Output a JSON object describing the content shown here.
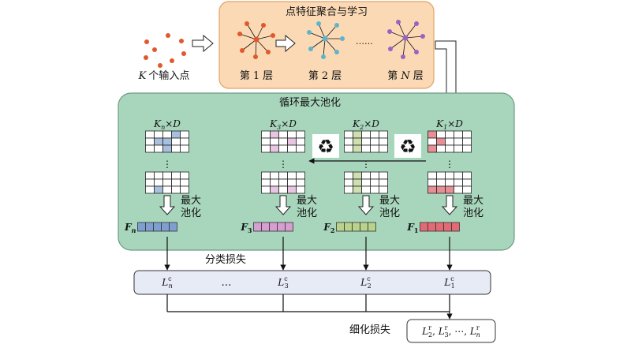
{
  "feature_box": {
    "title": "点特征聚合与学习",
    "layers": [
      {
        "prefix": "第",
        "num": "1",
        "suffix": "层"
      },
      {
        "prefix": "第",
        "num": "2",
        "suffix": "层"
      },
      {
        "prefix": "第",
        "num": "N",
        "suffix": "层"
      }
    ],
    "dots": "……"
  },
  "input_label": {
    "k": "K",
    "text": "个输入点"
  },
  "pool_box": {
    "title": "循环最大池化",
    "columns": [
      {
        "id": "n",
        "sub": "n",
        "feature_sub": "n",
        "color": "#a9bfe0",
        "fill": "#7f9fd1"
      },
      {
        "id": "3",
        "sub": "3",
        "feature_sub": "3",
        "color": "#e8c5e2",
        "fill": "#d79fd1"
      },
      {
        "id": "2",
        "sub": "2",
        "feature_sub": "2",
        "color": "#cfe0b0",
        "fill": "#b9d38c"
      },
      {
        "id": "1",
        "sub": "1",
        "feature_sub": "1",
        "color": "#e88f96",
        "fill": "#e36a75"
      }
    ],
    "k_letter": "K",
    "times_d": "×D",
    "feature_letter": "F",
    "pool_label_line1": "最大",
    "pool_label_line2": "池化",
    "vdots": "⋮"
  },
  "class_loss": {
    "label": "分类损失",
    "items": [
      {
        "L": "L",
        "sup": "c",
        "sub": "n"
      },
      {
        "L": "L",
        "sup": "c",
        "sub": "3"
      },
      {
        "L": "L",
        "sup": "c",
        "sub": "2"
      },
      {
        "L": "L",
        "sup": "c",
        "sub": "1"
      }
    ],
    "dots": "…"
  },
  "refine_loss": {
    "label": "细化损失",
    "formula": {
      "L": "L",
      "sup": "r",
      "subs": [
        "2",
        "3",
        "n"
      ],
      "sep": ", ",
      "dots": "⋯"
    }
  },
  "colors": {
    "feature_box_fill": "#fbd9b5",
    "feature_box_stroke": "#e2a266",
    "pool_box_fill": "#a8d6bc",
    "pool_box_stroke": "#6e9c82",
    "loss_box_fill": "#e7ebf6",
    "node_red": "#e2572b",
    "node_teal": "#5fb4cc",
    "node_purple": "#9a63c3",
    "recycle": "#3da63a"
  }
}
